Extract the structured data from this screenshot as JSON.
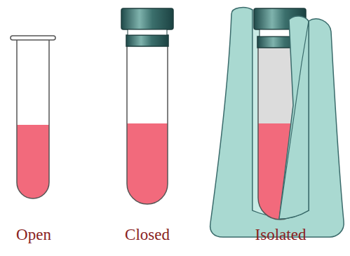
{
  "diagram": {
    "labels": [
      "Open",
      "Closed",
      "Isolated"
    ]
  }
}
